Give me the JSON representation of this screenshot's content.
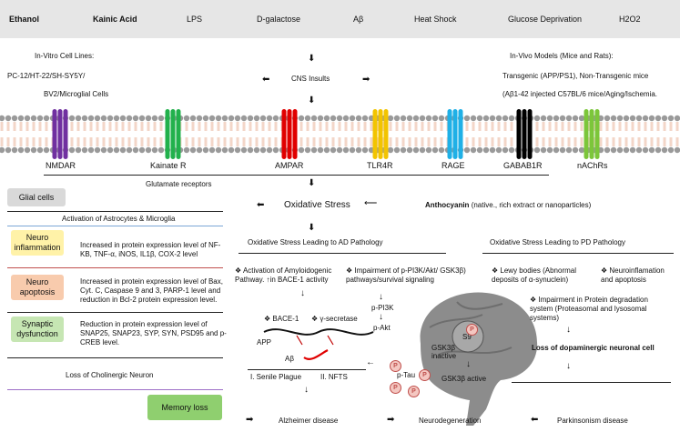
{
  "insults": [
    "Ethanol",
    "Kainic Acid",
    "LPS",
    "D-galactose",
    "Aβ",
    "Heat Shock",
    "Glucose Deprivation",
    "H2O2"
  ],
  "in_vitro": {
    "title": "In-Vitro Cell Lines:",
    "line1": "PC-12/HT-22/SH-SY5Y/",
    "line2": "BV2/Microglial Cells"
  },
  "in_vivo": {
    "title": "In-Vivo Models (Mice and Rats):",
    "line1": "Transgenic (APP/PS1), Non-Transgenic mice",
    "line2": "(Aβ1-42 injected C57BL/6 mice/Aging/Ischemia."
  },
  "cns_insults": "CNS Insults",
  "receptors": [
    "NMDAR",
    "Kainate R",
    "AMPAR",
    "TLR4R",
    "RAGE",
    "GABAB1R",
    "nAChRs"
  ],
  "receptor_colors": [
    "#7030a0",
    "#22b14c",
    "#e00000",
    "#f2c400",
    "#1fb0e6",
    "#000000",
    "#7cc63a"
  ],
  "glutamate_receptors": "Glutamate receptors",
  "oxidative_stress": "Oxidative Stress",
  "anthocyanin": {
    "bold": "Anthocyanin",
    "rest": "(native., rich extract or nanoparticles)"
  },
  "left_panel": {
    "glial_cells": "Glial cells",
    "activation": "Activation of Astrocytes  & Microglia",
    "neuroinflammation": {
      "label": "Neuro inflammation",
      "desc": "Increased in protein expression level of NF-KB,     TNF-α, iNOS, IL1β, COX-2 level"
    },
    "neuroapoptosis": {
      "label": "Neuro apoptosis",
      "desc": "Increased in protein expression level of Bax, Cyt. C, Caspase 9 and 3, PARP-1 level and reduction in Bcl-2 protein expression level."
    },
    "synaptic": {
      "label": "Synaptic dysfunction",
      "desc": "Reduction in protein expression level of SNAP25, SNAP23, SYP, SYN, PSD95 and p-CREB level."
    },
    "cholinergic": "Loss of Cholinergic Neuron",
    "memory_loss": "Memory loss"
  },
  "ad_panel": {
    "title": "Oxidative Stress Leading to AD Pathology",
    "amyloid": "❖ Activation of Amyloidogenic Pathway. ↑in BACE-1 activity",
    "pi3k": "❖ Impairment of p-PI3K/Akt/ GSK3β) pathways/survival signaling",
    "bace1": "❖ BACE-1",
    "gamma": "❖ γ-secretase",
    "app": "APP",
    "abeta": "Aβ",
    "p_pi3k": "p-PI3K",
    "p_akt": "p-Akt",
    "gsk_inactive": "GSK3β inactive",
    "s9": "S9",
    "ptau": "p-Tau",
    "gsk_active": "GSK3β active",
    "senile": "I.   Senile Plague",
    "nfts": "II.   NFTS"
  },
  "pd_panel": {
    "title": "Oxidative Stress Leading to PD Pathology",
    "lewy": "❖ Lewy bodies (Abnormal deposits of α-synuclein)",
    "neuroinflam": "❖ Neuroinflamation and apoptosis",
    "impairment": "❖ Impairment in  Protein degradation system (Proteasomal and lysosomal systems)",
    "loss_dopa": "Loss of dopaminergic neuronal cell"
  },
  "outcomes": {
    "alzheimer": "Alzheimer disease",
    "neurodegeneration": "Neurodegeneration",
    "parkinsonism": "Parkinsonism disease"
  },
  "p_label": "P"
}
